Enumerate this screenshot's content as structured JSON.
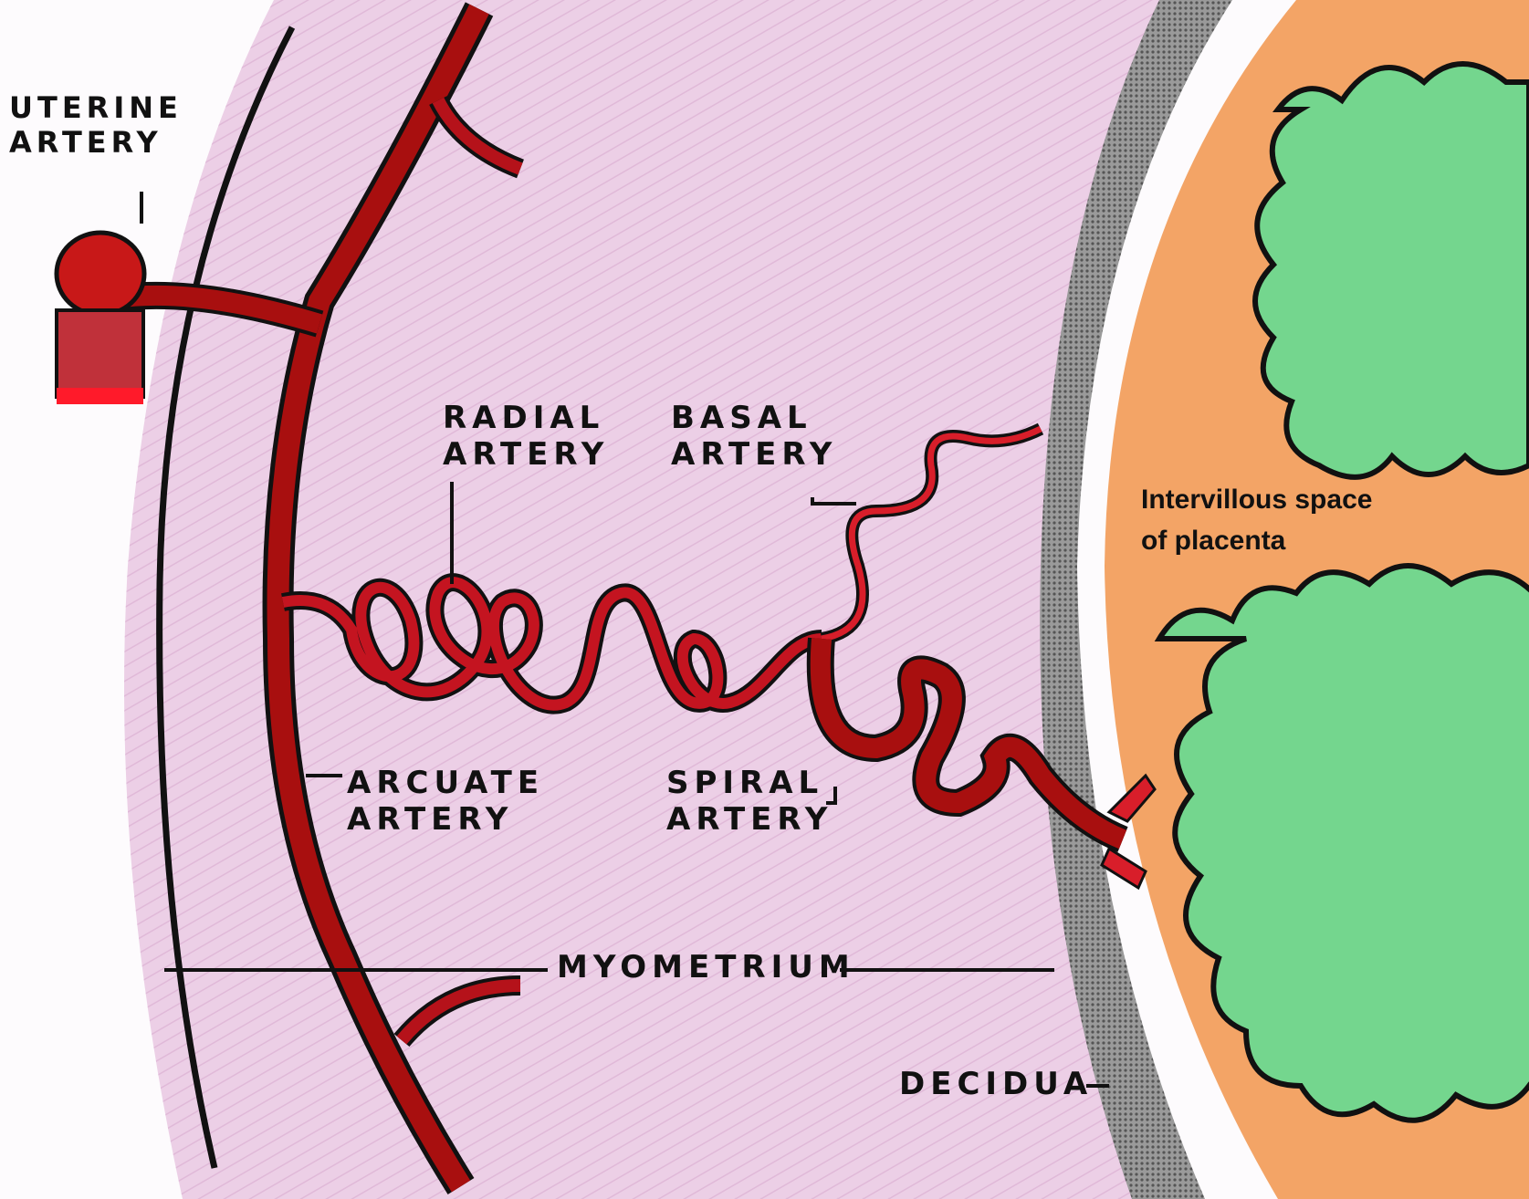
{
  "labels": {
    "uterine_artery": "UTERINE\nARTERY",
    "radial_artery": "RADIAL\nARTERY",
    "basal_artery": "BASAL\nARTERY",
    "intervillous_space": "Intervillous space\nof placenta",
    "arcuate_artery": "ARCUATE\nARTERY",
    "spiral_artery": "SPIRAL\nARTERY",
    "myometrium": "MYOMETRIUM",
    "decidua": "DECIDUA"
  },
  "colors": {
    "background": "#0a0a6e",
    "myometrium": "#e9cde3",
    "artery": "#a80f0f",
    "artery_highlight": "#e0182a",
    "placenta": "#f3a466",
    "villi": "#6fd38a",
    "decidua": "#8d8d8d"
  }
}
